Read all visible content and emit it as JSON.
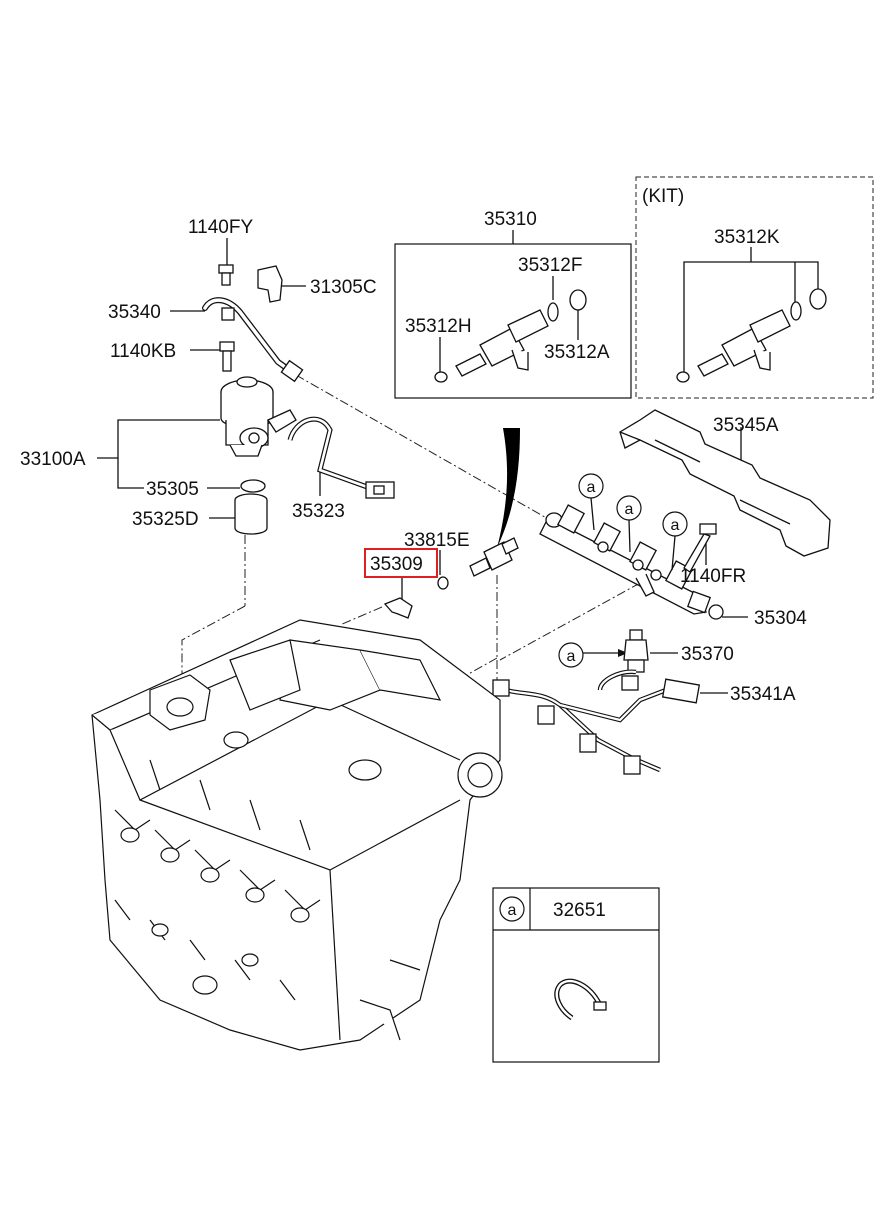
{
  "labels": {
    "p1140FY": "1140FY",
    "p31305C": "31305C",
    "p35340": "35340",
    "p1140KB": "1140KB",
    "p33100A": "33100A",
    "p35305": "35305",
    "p35325D": "35325D",
    "p35323": "35323",
    "p35310": "35310",
    "p35312F": "35312F",
    "p35312H": "35312H",
    "p35312A": "35312A",
    "kit": "(KIT)",
    "p35312K": "35312K",
    "p35345A": "35345A",
    "p33815E": "33815E",
    "p35309": "35309",
    "p1140FR": "1140FR",
    "p35304": "35304",
    "p35370": "35370",
    "p35341A": "35341A",
    "p32651": "32651"
  },
  "ref_marker": "a",
  "highlighted_part": "35309",
  "colors": {
    "highlight": "#e02020",
    "line": "#111111"
  }
}
